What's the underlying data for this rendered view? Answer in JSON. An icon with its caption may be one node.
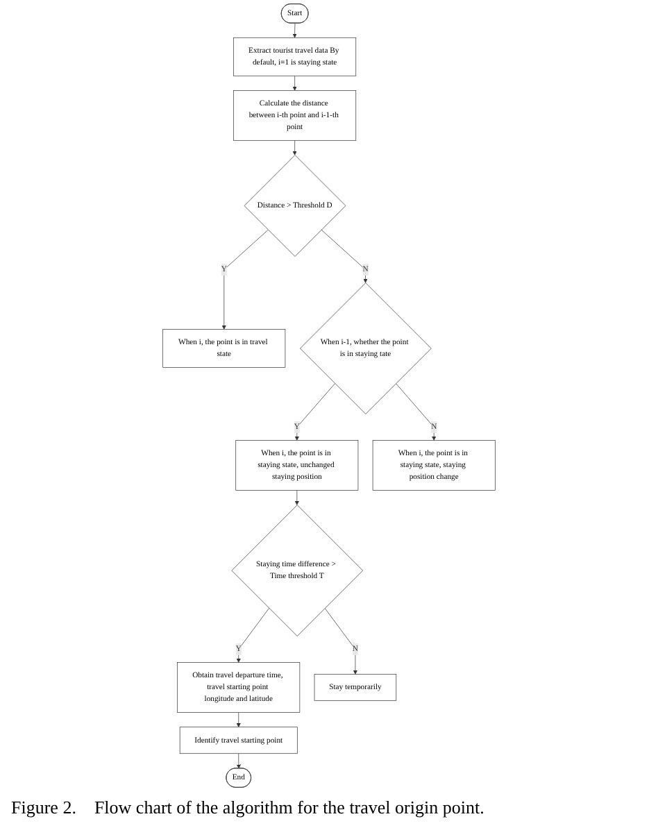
{
  "diagram": {
    "caption": "Figure 2.    Flow chart of the algorithm for the travel origin point.",
    "nodes": [
      {
        "text": [
          "Start"
        ]
      },
      {
        "text": [
          "Extract tourist travel data By default, i=1 is staying state"
        ]
      },
      {
        "text": [
          "Calculate the distance between i-th point and i-1-th point"
        ]
      },
      {
        "text": [
          "Distance > Threshold D"
        ]
      },
      {
        "text": [
          "When i, the point is in travel state"
        ]
      },
      {
        "text": [
          "When i-1, whether the point is in staying tate"
        ]
      },
      {
        "text": [
          "When i, the point is in staying state, unchanged staying position"
        ]
      },
      {
        "text": [
          "When i, the point is in staying state, staying position change"
        ]
      },
      {
        "text": [
          "Staying time difference > Time threshold T"
        ]
      },
      {
        "text": [
          "Obtain travel departure time, travel starting point longitude and latitude"
        ]
      },
      {
        "text": [
          "Stay temporarily"
        ]
      },
      {
        "text": [
          "Identify travel starting point"
        ]
      },
      {
        "text": [
          "End"
        ]
      }
    ],
    "edges": [
      {
        "from": 0,
        "to": 1,
        "arrow": "to"
      },
      {
        "from": 1,
        "to": 2,
        "arrow": "to"
      },
      {
        "from": 2,
        "to": 3,
        "arrow": "to"
      },
      {
        "from": 3,
        "to": 4,
        "arrow": "to",
        "label": "Y"
      },
      {
        "from": 3,
        "to": 5,
        "arrow": "to",
        "label": "N"
      },
      {
        "from": 5,
        "to": 6,
        "arrow": "to",
        "label": "Y"
      },
      {
        "from": 5,
        "to": 7,
        "arrow": "to",
        "label": "N"
      },
      {
        "from": 6,
        "to": 8,
        "arrow": "to"
      },
      {
        "from": 8,
        "to": 9,
        "arrow": "to",
        "label": "Y"
      },
      {
        "from": 8,
        "to": 10,
        "arrow": "to",
        "label": "N"
      },
      {
        "from": 9,
        "to": 11,
        "arrow": "to"
      },
      {
        "from": 11,
        "to": 12,
        "arrow": "to"
      }
    ]
  }
}
